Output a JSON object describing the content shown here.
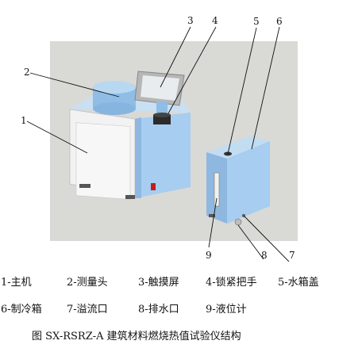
{
  "callouts": [
    "1",
    "2",
    "3",
    "4",
    "5",
    "6",
    "7",
    "8",
    "9"
  ],
  "legend": {
    "row1": [
      "1-主机",
      "2-测量头",
      "3-触摸屏",
      "4-锁紧把手",
      "5-水箱盖"
    ],
    "row2": [
      "6-制冷箱",
      "7-溢流口",
      "8-排水口",
      "9-液位计"
    ]
  },
  "caption": "图  SX-RSRZ-A 建筑材料燃烧热值试验仪结构",
  "colors": {
    "background_panel": "#d9d9d6",
    "body_blue": "#a7cdf0",
    "body_blue_shade": "#8fb8e0",
    "front_white": "#f4f4f4"
  }
}
